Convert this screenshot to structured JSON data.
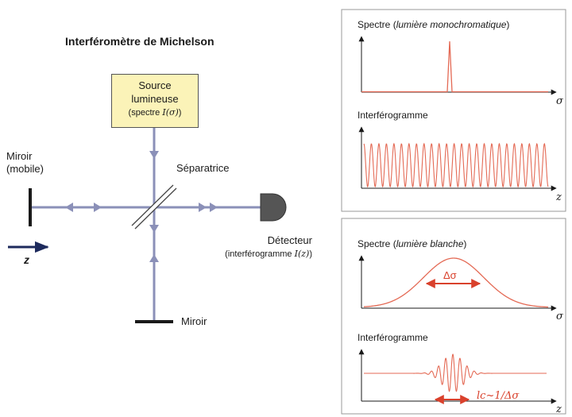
{
  "diagram": {
    "title": "Interféromètre de Michelson",
    "source": {
      "line1": "Source",
      "line2": "lumineuse",
      "line3": "(spectre ",
      "math": "I(σ)",
      "close": ")"
    },
    "mirror_mobile": {
      "line1": "Miroir",
      "line2": "(mobile)"
    },
    "beamsplitter": "Séparatrice",
    "detector": {
      "line1": "Détecteur",
      "line2": "(interférogramme ",
      "math": "I(z)",
      "close": ")"
    },
    "mirror_fixed": "Miroir",
    "z_arrow_label": "z"
  },
  "panel_mono": {
    "spectrum_label_prefix": "Spectre (",
    "spectrum_label_ital": "lumière monochromatique",
    "spectrum_label_suffix": ")",
    "axis_sigma": "σ",
    "interferogram_label": "Interférogramme",
    "axis_z": "z"
  },
  "panel_white": {
    "spectrum_label_prefix": "Spectre (",
    "spectrum_label_ital": "lumière blanche",
    "spectrum_label_suffix": ")",
    "axis_sigma": "σ",
    "delta_sigma": "Δσ",
    "interferogram_label": "Interférogramme",
    "axis_z": "z",
    "coherence": "lc~1/Δσ"
  },
  "colors": {
    "beam": "#8b90b8",
    "curve": "#e46a55",
    "annot": "#d9412c",
    "source_fill": "#fbf3b8",
    "detector": "#555555"
  }
}
